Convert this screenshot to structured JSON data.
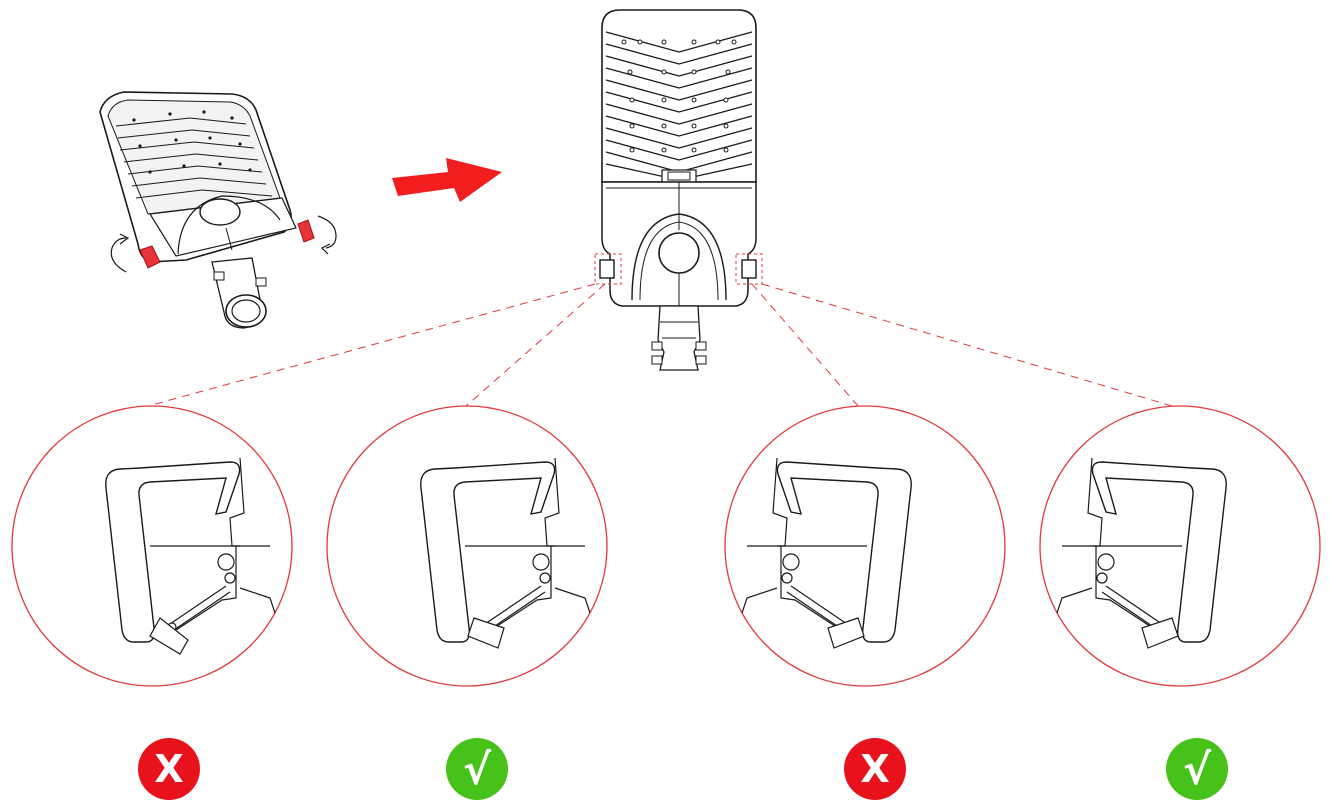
{
  "colors": {
    "line": "#1a1a1a",
    "callout": "#e0393e",
    "arrow": "#f01e1e",
    "wrong": "#e8121c",
    "right": "#46c21a"
  },
  "icons": {
    "wrong": "cross-mark-icon",
    "right": "check-mark-icon",
    "rotate": "rotate-arrow-icon"
  },
  "verdicts": [
    {
      "symbol": "X",
      "status": "wrong"
    },
    {
      "symbol": "√",
      "status": "right"
    },
    {
      "symbol": "X",
      "status": "wrong"
    },
    {
      "symbol": "√",
      "status": "right"
    }
  ]
}
